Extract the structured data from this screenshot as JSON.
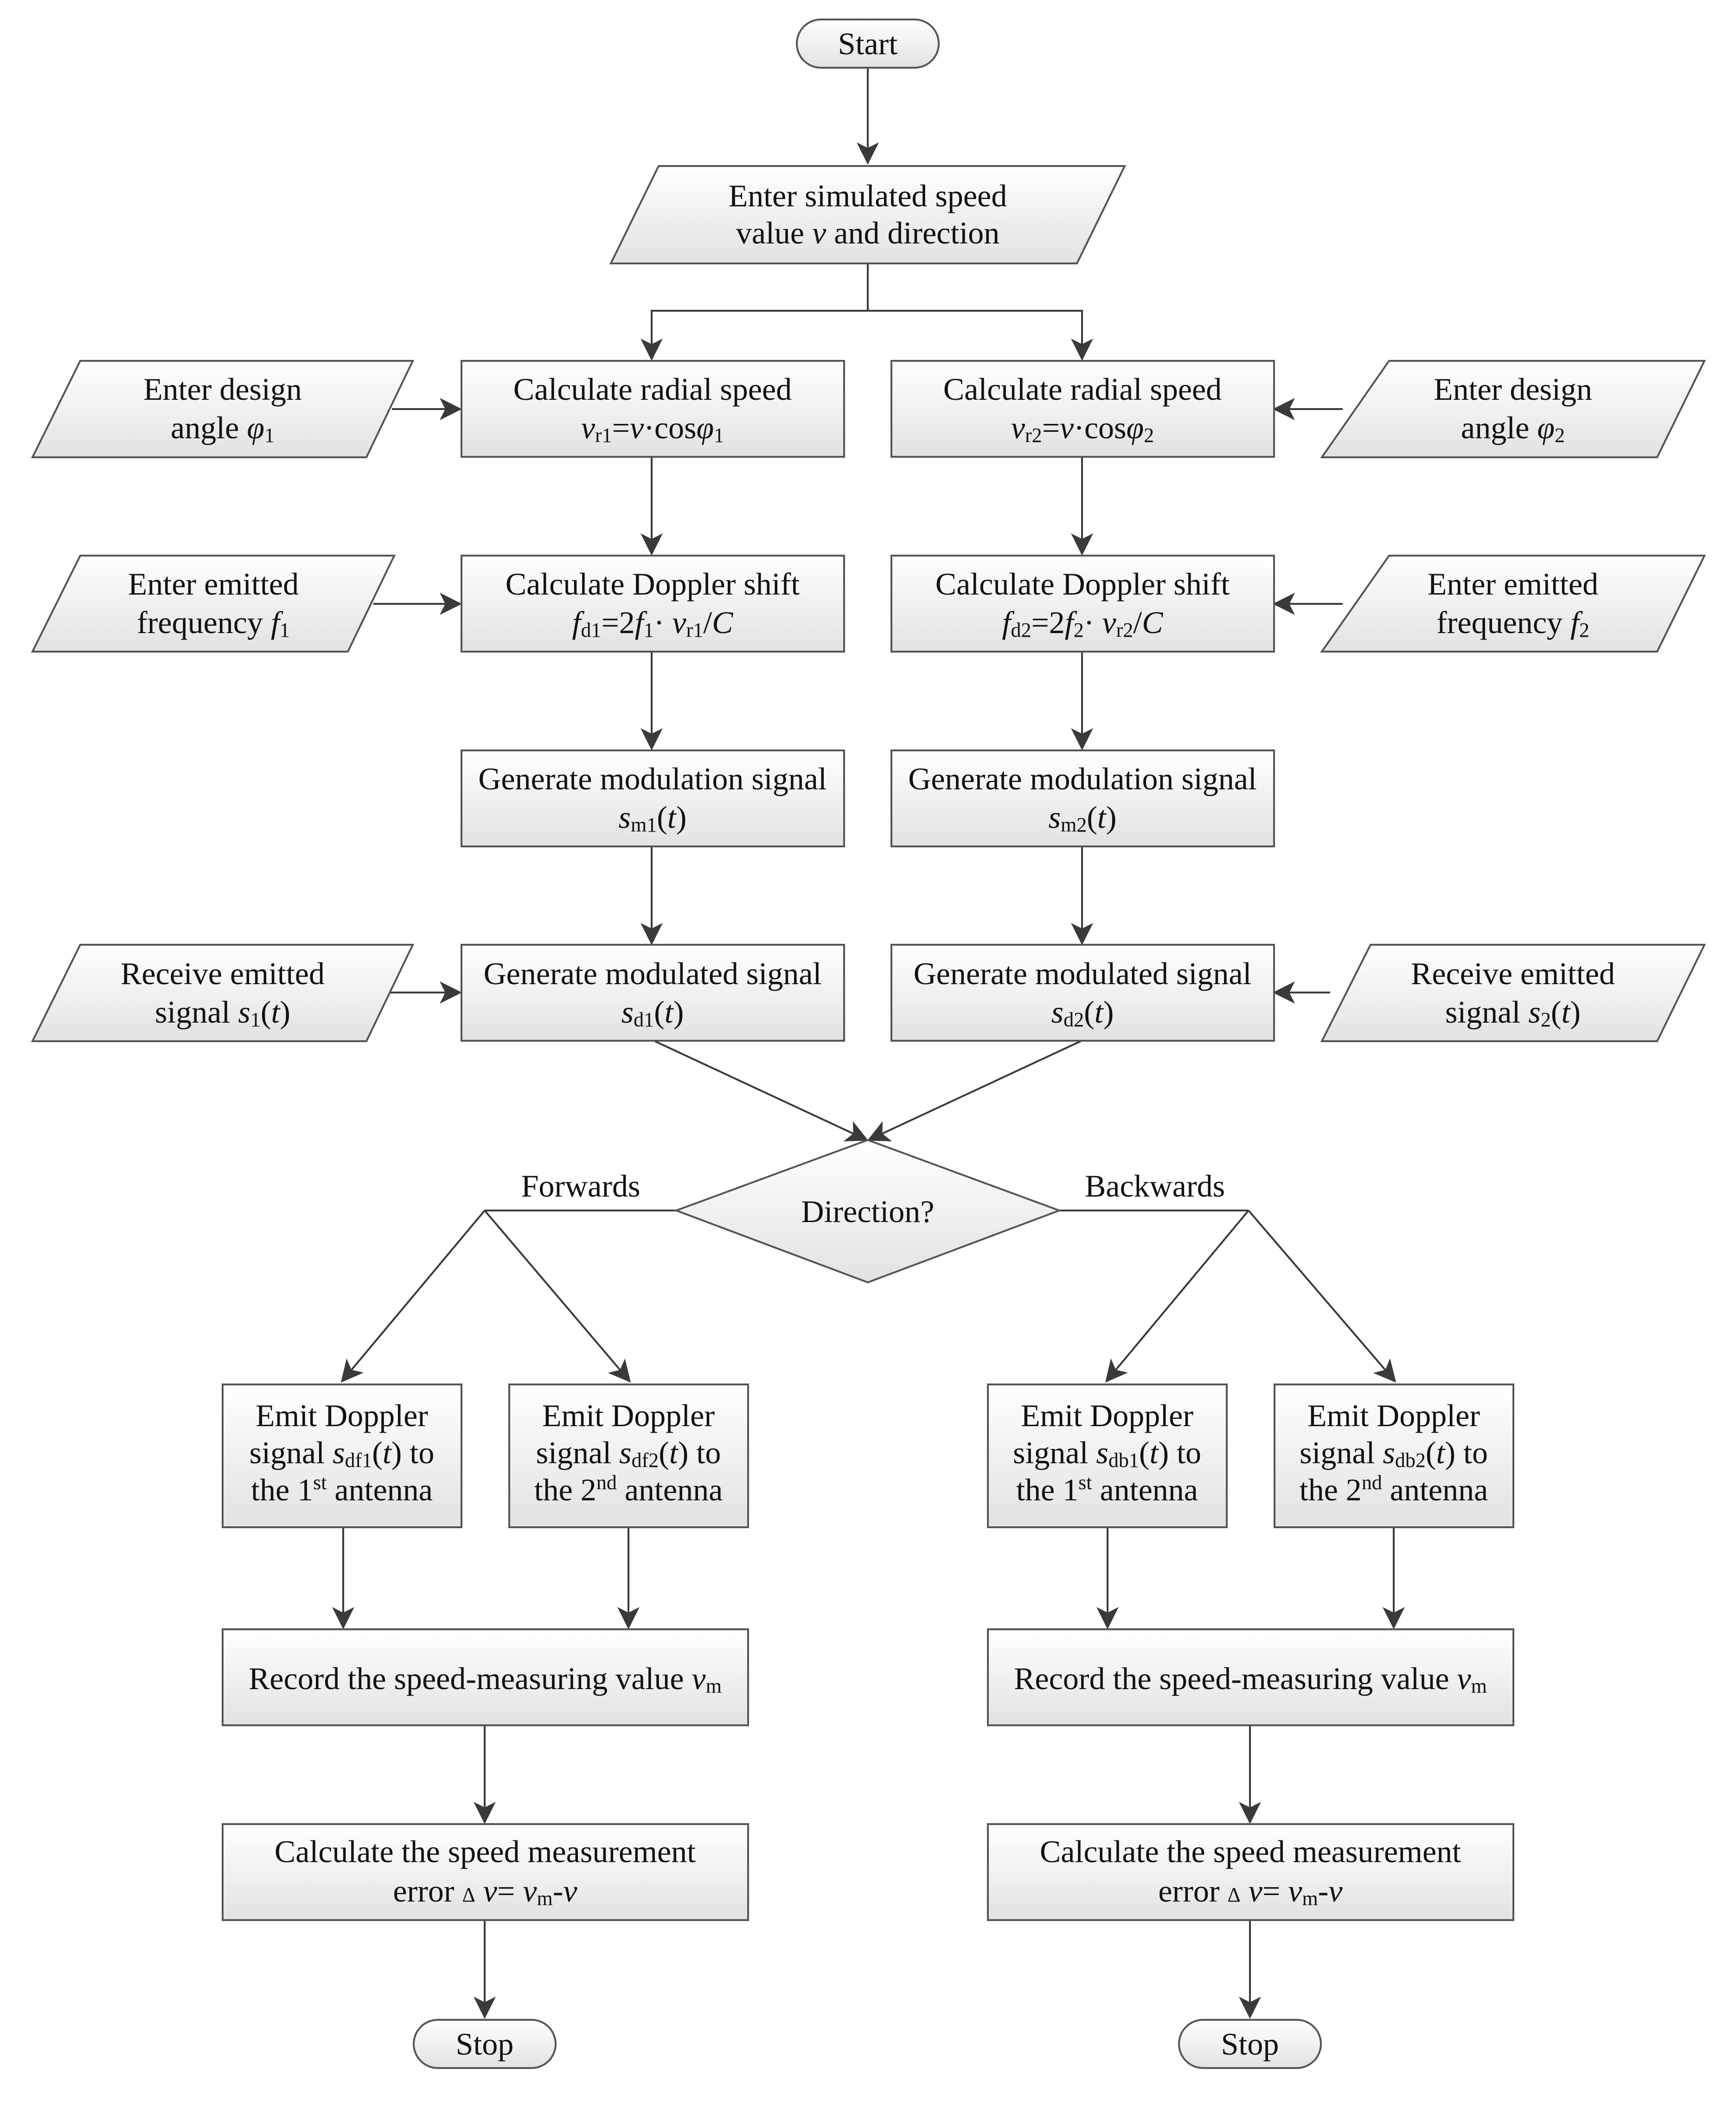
{
  "nodes": {
    "start": {
      "text": "Start"
    },
    "input_speed": {
      "line1": "Enter simulated speed",
      "line2_pre": "value ",
      "line2_var": "v",
      "line2_post": " and direction"
    },
    "design_angle_1": {
      "line1": "Enter design",
      "line2_pre": "angle ",
      "var": "φ",
      "sub": "1"
    },
    "design_angle_2": {
      "line1": "Enter design",
      "line2_pre": "angle ",
      "var": "φ",
      "sub": "2"
    },
    "radial_1": {
      "line1": "Calculate radial speed",
      "v": "v",
      "sub_r": "r1",
      "eq": "=",
      "v2": "v",
      "dot_cos": "·cos",
      "phi": "φ",
      "sub_phi": "1"
    },
    "radial_2": {
      "line1": "Calculate radial speed",
      "v": "v",
      "sub_r": "r2",
      "eq": "=",
      "v2": "v",
      "dot_cos": "·cos",
      "phi": "φ",
      "sub_phi": "2"
    },
    "emitted_freq_1": {
      "line1": "Enter emitted",
      "line2_pre": "frequency ",
      "var": "f",
      "sub": "1"
    },
    "emitted_freq_2": {
      "line1": "Enter emitted",
      "line2_pre": "frequency ",
      "var": "f",
      "sub": "2"
    },
    "doppler_1": {
      "line1": "Calculate Doppler shift",
      "f": "f",
      "sub_d": "d1",
      "eq": "=2",
      "f2": "f",
      "sub_f": "1",
      "dot": "· ",
      "v": "v",
      "sub_v": "r1",
      "slash": "/",
      "c": "C"
    },
    "doppler_2": {
      "line1": "Calculate Doppler shift",
      "f": "f",
      "sub_d": "d2",
      "eq": "=2",
      "f2": "f",
      "sub_f": "2",
      "dot": "· ",
      "v": "v",
      "sub_v": "r2",
      "slash": "/",
      "c": "C"
    },
    "mod_signal_1": {
      "line1": "Generate modulation signal",
      "s": "s",
      "sub": "m1",
      "open": "(",
      "t": "t",
      "close": ")"
    },
    "mod_signal_2": {
      "line1": "Generate modulation signal",
      "s": "s",
      "sub": "m2",
      "open": "(",
      "t": "t",
      "close": ")"
    },
    "receive_1": {
      "line1": "Receive emitted",
      "line2_pre": "signal  ",
      "s": "s",
      "sub": "1",
      "open": "(",
      "t": "t",
      "close": ")"
    },
    "receive_2": {
      "line1": "Receive emitted",
      "line2_pre": "signal ",
      "s": "s",
      "sub": "2",
      "open": "(",
      "t": "t",
      "close": ")"
    },
    "modulated_1": {
      "line1": "Generate modulated signal",
      "s": "s",
      "sub": "d1",
      "open": "(",
      "t": "t",
      "close": ")"
    },
    "modulated_2": {
      "line1": "Generate modulated signal",
      "s": "s",
      "sub": "d2",
      "open": "(",
      "t": "t",
      "close": ")"
    },
    "direction": {
      "text": "Direction?"
    },
    "emit_df1": {
      "line1": "Emit Doppler",
      "line2_pre": "signal ",
      "s": "s",
      "sub": "df1",
      "open": "(",
      "t": "t",
      "line2_post": ") to",
      "line3_pre": "the 1",
      "sup": "st",
      "line3_post": " antenna"
    },
    "emit_df2": {
      "line1": "Emit Doppler",
      "line2_pre": "signal ",
      "s": "s",
      "sub": "df2",
      "open": "(",
      "t": "t",
      "line2_post": ") to",
      "line3_pre": "the 2",
      "sup": "nd",
      "line3_post": " antenna"
    },
    "emit_db1": {
      "line1": "Emit Doppler",
      "line2_pre": "signal ",
      "s": "s",
      "sub": "db1",
      "open": "(",
      "t": "t",
      "line2_post": ") to",
      "line3_pre": "the 1",
      "sup": "st",
      "line3_post": " antenna"
    },
    "emit_db2": {
      "line1": "Emit Doppler",
      "line2_pre": "signal ",
      "s": "s",
      "sub": "db2",
      "open": "(",
      "t": "t",
      "line2_post": ") to",
      "line3_pre": "the 2",
      "sup": "nd",
      "line3_post": " antenna"
    },
    "record_f": {
      "text": "Record the speed-measuring value ",
      "v": "v",
      "sub": "m"
    },
    "record_b": {
      "text": "Record the speed-measuring value ",
      "v": "v",
      "sub": "m"
    },
    "error_f": {
      "line1": "Calculate the speed measurement",
      "line2_pre": "error  ",
      "delta": "Δ",
      "v": "v",
      "eq": "= ",
      "vm": "v",
      "sub": "m",
      "minus": "-",
      "v2": "v"
    },
    "error_b": {
      "line1": "Calculate the speed measurement",
      "line2_pre": "error  ",
      "delta": "Δ",
      "v": "v",
      "eq": "= ",
      "vm": "v",
      "sub": "m",
      "minus": "-",
      "v2": "v"
    },
    "stop_f": {
      "text": "Stop"
    },
    "stop_b": {
      "text": "Stop"
    }
  },
  "edge_labels": {
    "forwards": "Forwards",
    "backwards": "Backwards"
  },
  "colors": {
    "shape_fill_top": "#ffffff",
    "shape_fill_bottom": "#e4e4e4",
    "stroke": "#555555",
    "edge": "#3a3a3a",
    "text": "#111111"
  }
}
